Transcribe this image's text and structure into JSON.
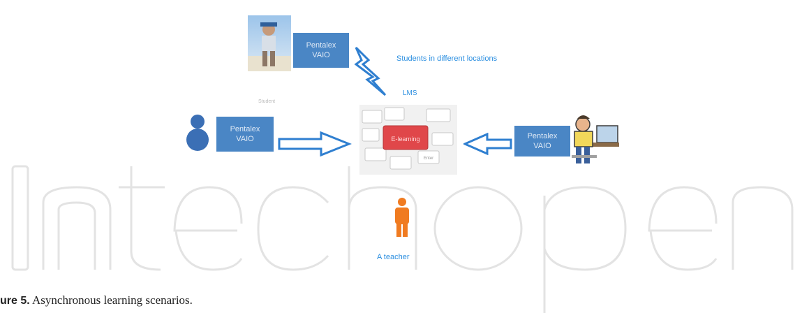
{
  "diagram": {
    "top_label": "Students in different locations",
    "lms_label": "LMS",
    "keyboard_key": "E-learning",
    "keyboard_key_small": "Enter",
    "teacher_label": "A teacher",
    "small_caption_top_left": "Student",
    "boxes": [
      {
        "line1": "Pentalex",
        "line2": "VAIO"
      },
      {
        "line1": "Pentalex",
        "line2": "VAIO"
      },
      {
        "line1": "Pentalex",
        "line2": "VAIO"
      }
    ],
    "colors": {
      "box": "#4a86c5",
      "arrow": "#2f7fd0",
      "key_red": "#e0474a",
      "teacher": "#f07b20",
      "watermark": "#e4e4e4"
    }
  },
  "figure_caption": {
    "label": "ure 5.",
    "text": "Asynchronous learning scenarios."
  }
}
